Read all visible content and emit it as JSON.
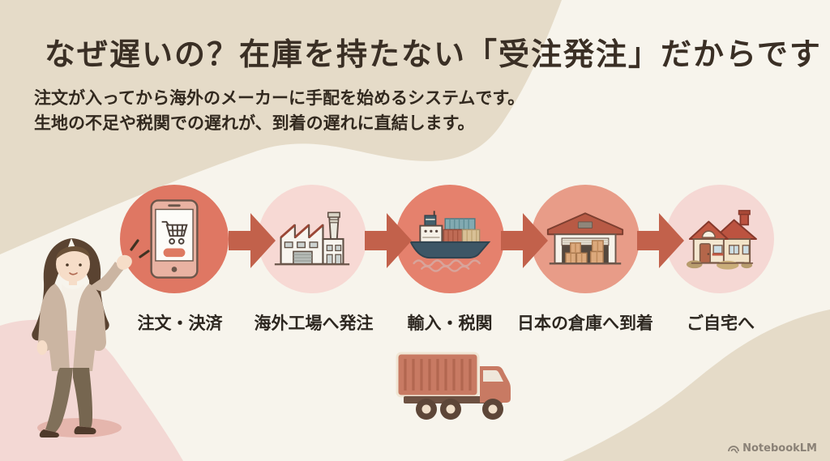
{
  "slide": {
    "title": "なぜ遅いの？在庫を持たない「受注発注」だからです",
    "subtitle_line1": "注文が入ってから海外のメーカーに手配を始めるシステムです。",
    "subtitle_line2": "生地の不足や税関での遅れが、到着の遅れに直結します。"
  },
  "flow": {
    "steps": [
      {
        "label": "注文・決済",
        "icon": "smartphone-cart-icon",
        "circle_color": "#df7763"
      },
      {
        "label": "海外工場へ発注",
        "icon": "factory-icon",
        "circle_color": "#f7d9d4"
      },
      {
        "label": "輸入・税関",
        "icon": "cargo-ship-icon",
        "circle_color": "#e5816d"
      },
      {
        "label": "日本の倉庫へ到着",
        "icon": "warehouse-icon",
        "circle_color": "#e89c88"
      },
      {
        "label": "ご自宅へ",
        "icon": "house-icon",
        "circle_color": "#f5d8d4"
      }
    ],
    "arrow_color": "#c2614b"
  },
  "illustrations": {
    "woman": "woman-walking-illustration",
    "truck": "delivery-truck-icon"
  },
  "watermark": {
    "brand": "NotebookLM"
  },
  "colors": {
    "background_cream": "#f7f4ec",
    "blob_beige": "#e5dbc8",
    "blob_pink": "#f3d8d4",
    "title_text": "#3a2f25",
    "body_text": "#32291f",
    "arrow_terracotta": "#c2614b",
    "truck_body": "#c87a63"
  }
}
